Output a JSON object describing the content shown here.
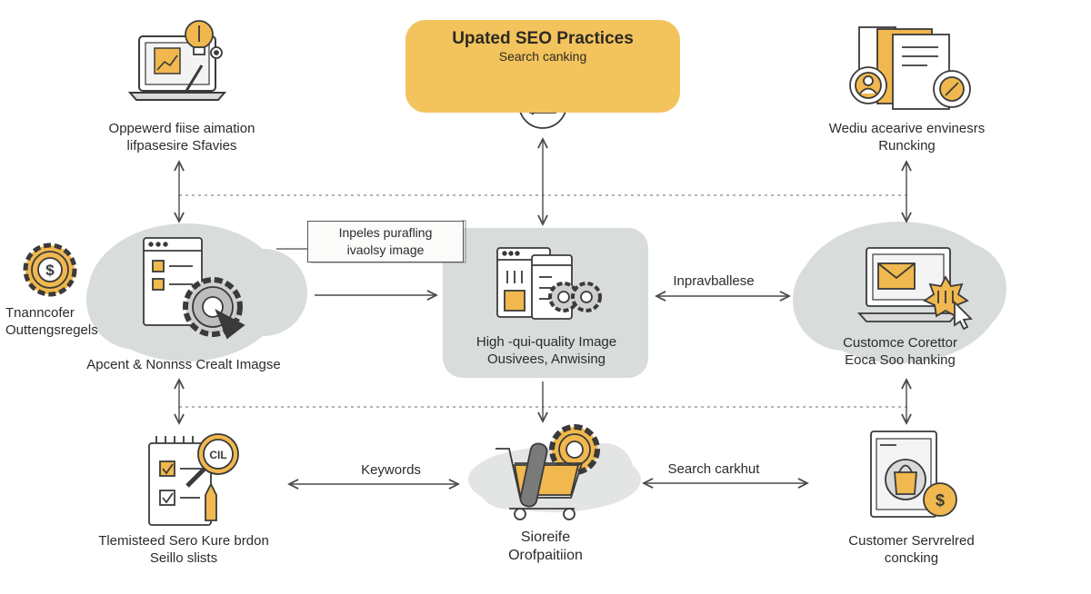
{
  "title": {
    "main": "Upated SEO Practices",
    "sub": "Search canking"
  },
  "nodes": {
    "top_left": {
      "line1": "Oppewerd fiise aimation",
      "line2": "lifpasesire Sfavies"
    },
    "top_right": {
      "line1": "Wediu acearive envinesrs",
      "line2": "Runcking"
    },
    "far_left": {
      "line1": "Tnanncofer",
      "line2": "Outtengsregels"
    },
    "mid_left": {
      "line1": "Apcent & Nonnss Crealt Imagse"
    },
    "center": {
      "line1": "High -qui-quality Image",
      "line2": "Ousivees, Anwising"
    },
    "mid_right": {
      "line1": "Customce Corettor",
      "line2": "Eoca Soo hanking"
    },
    "bottom_left": {
      "line1": "Tlemisteed Sero Kure brdon",
      "line2": "Seillo slists"
    },
    "bottom_center": {
      "line1": "Sioreife",
      "line2": "Orofpaitiion"
    },
    "bottom_right": {
      "line1": "Customer Servrelred",
      "line2": "concking"
    }
  },
  "callout": {
    "line1": "Inpeles purafling",
    "line2": "ivaolsy image"
  },
  "edge_labels": {
    "improvable": "Inpravballese",
    "keywords": "Keywords",
    "search_chart": "Search carkhut"
  },
  "icon_text": {
    "magnifier": "CIL"
  },
  "icons": [
    "laptop-chart-icon",
    "lightbulb-gear-icon",
    "gear-head-icon",
    "documents-user-icon",
    "gear-dollar-icon",
    "checklist-gear-icon",
    "browser-window-gear-icon",
    "laptop-email-icon",
    "clipboard-magnifier-icon",
    "shopping-cart-gear-icon",
    "tablet-bag-dollar-icon"
  ],
  "colors": {
    "accent": "#f3c35d",
    "icon_fill": "#f0b84e",
    "cloud": "#d8dcda",
    "line": "#4a4a4a"
  }
}
